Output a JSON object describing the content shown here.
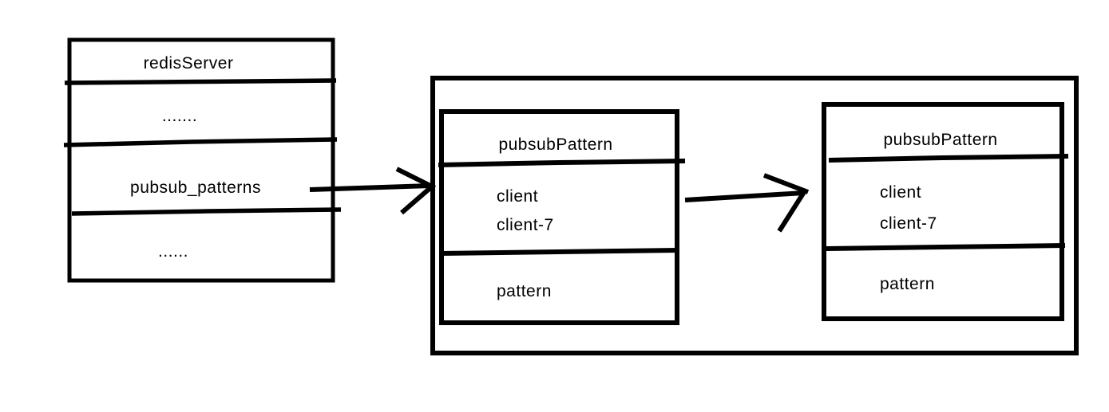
{
  "diagram": {
    "background_color": "#ffffff",
    "line_color": "#000000",
    "redis_server_box": {
      "title": "redisServer",
      "ellipsis_top": ".......",
      "pubsub_patterns_field": "pubsub_patterns",
      "ellipsis_bottom": "......"
    },
    "pubsub_pattern_nodes": [
      {
        "title": "pubsubPattern",
        "client_field": "client",
        "client_value": "client-7",
        "pattern_field": "pattern"
      },
      {
        "title": "pubsubPattern",
        "client_field": "client",
        "client_value": "client-7",
        "pattern_field": "pattern"
      }
    ]
  }
}
